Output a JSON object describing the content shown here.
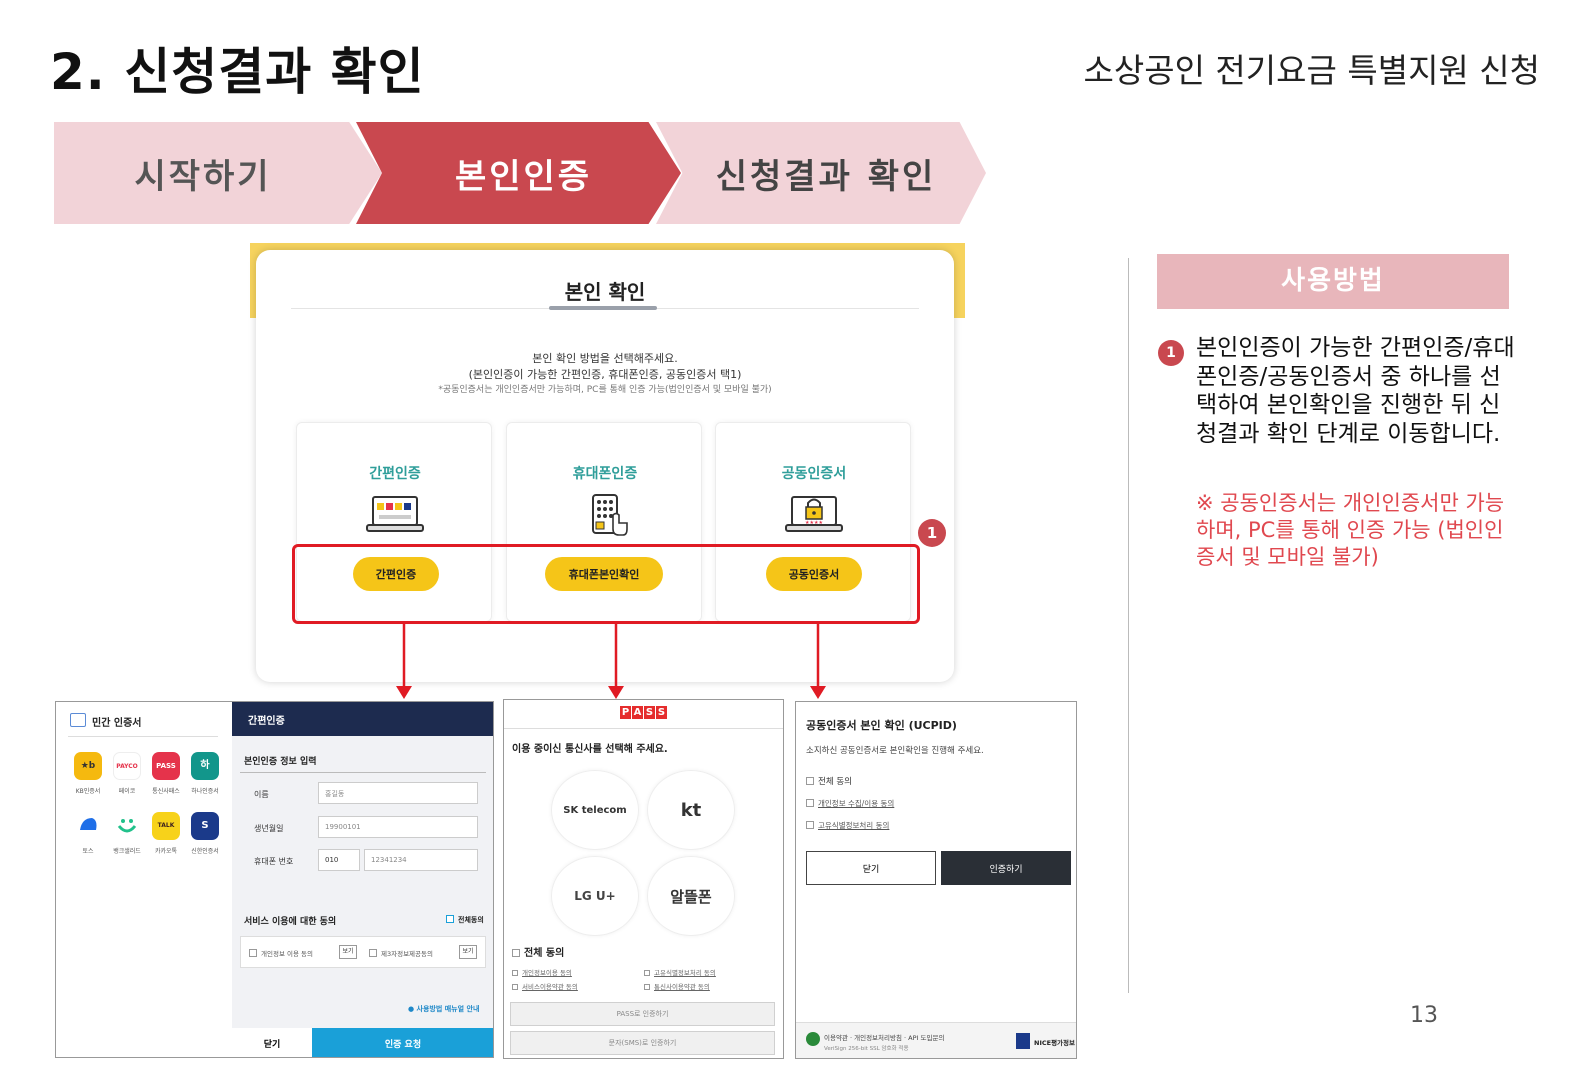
{
  "header": {
    "title": "2. 신청결과 확인",
    "subtitle": "소상공인 전기요금 특별지원 신청"
  },
  "steps": [
    {
      "label": "시작하기"
    },
    {
      "label": "본인인증"
    },
    {
      "label": "신청결과 확인"
    }
  ],
  "colors": {
    "step_active": "#c9484f",
    "step_inactive": "#f2d3d8",
    "accent_red": "#e01b24",
    "button_yellow": "#f5c518",
    "method_label": "#2f9e9a"
  },
  "card": {
    "title": "본인 확인",
    "desc_1": "본인 확인 방법을 선택해주세요.",
    "desc_2": "(본인인증이 가능한 간편인증, 휴대폰인증, 공동인증서 택1)",
    "desc_3": "*공동인증서는 개인인증서만 가능하며, PC를 통해 인증 가능(법인인증서 및 모바일 불가)",
    "methods": [
      {
        "label": "간편인증",
        "icon": "laptop-apps-icon",
        "button": "간편인증"
      },
      {
        "label": "휴대폰인증",
        "icon": "phone-keypad-icon",
        "button": "휴대폰본인확인"
      },
      {
        "label": "공동인증서",
        "icon": "laptop-lock-icon",
        "button": "공동인증서"
      }
    ],
    "marker": "1"
  },
  "usage": {
    "header": "사용방법",
    "marker": "1",
    "text": "본인인증이 가능한 간편인증/휴대폰인증/공동인증서 중 하나를 선택하여 본인확인을 진행한 뒤 신청결과 확인 단계로 이동합니다.",
    "note": "※ 공동인증서는 개인인증서만 가능하며, PC를 통해 인증 가능 (법인인증서 및 모바일 불가)"
  },
  "page_number": "13",
  "shot_a": {
    "left_title": "민간 인증서",
    "apps": [
      {
        "label": "KB인증서",
        "color": "#f5b90f",
        "text": "★b"
      },
      {
        "label": "페이코",
        "color": "#ffffff",
        "text": "PAYCO"
      },
      {
        "label": "통신사패스",
        "color": "#e5334b",
        "text": "PASS"
      },
      {
        "label": "하나인증서",
        "color": "#12968b",
        "text": "하"
      },
      {
        "label": "토스",
        "color": "#ffffff",
        "text": ""
      },
      {
        "label": "뱅크샐러드",
        "color": "#ffffff",
        "text": ""
      },
      {
        "label": "카카오톡",
        "color": "#f7d21a",
        "text": "TALK"
      },
      {
        "label": "신한인증서",
        "color": "#1b3a8a",
        "text": "S"
      }
    ],
    "right_title": "간편인증",
    "form_title": "본인인증 정보 입력",
    "name_label": "이름",
    "name_value": "홍길동",
    "birth_label": "생년월일",
    "birth_value": "19900101",
    "phone_label": "휴대폰 번호",
    "phone_prefix": "010",
    "phone_value": "12341234",
    "agree_title": "서비스 이용에 대한 동의",
    "agree_all": "전체동의",
    "agree_1": "개인정보 이용 동의",
    "agree_2": "제3자정보제공동의",
    "view": "보기",
    "manual": "사용방법 매뉴얼 안내",
    "close": "닫기",
    "request": "인증 요청"
  },
  "shot_b": {
    "logo": [
      "P",
      "A",
      "S",
      "S"
    ],
    "headline": "이용 중이신 통신사를 선택해 주세요.",
    "carriers": [
      "SK telecom",
      "kt",
      "LG U+",
      "알뜰폰"
    ],
    "agree_all": "전체 동의",
    "terms": [
      "개인정보이용 동의",
      "고유식별정보처리 동의",
      "서비스이용약관 동의",
      "통신사이용약관 동의"
    ],
    "btn_pass": "PASS로 인증하기",
    "btn_sms": "문자(SMS)로 인증하기"
  },
  "shot_c": {
    "title": "공동인증서 본인 확인 (UCPID)",
    "desc": "소지하신 공동인증서로 본인확인을 진행해 주세요.",
    "agree_all": "전체 동의",
    "agree_1": "개인정보 수집/이용 동의",
    "agree_2": "고유식별정보처리 동의",
    "close": "닫기",
    "verify": "인증하기",
    "footer_left": "이용약관 · 개인정보처리방침 · API 도입문의",
    "footer_left2": "VeriSign 256-bit SSL 암호화 적용",
    "footer_right": "NICE평가정보"
  }
}
